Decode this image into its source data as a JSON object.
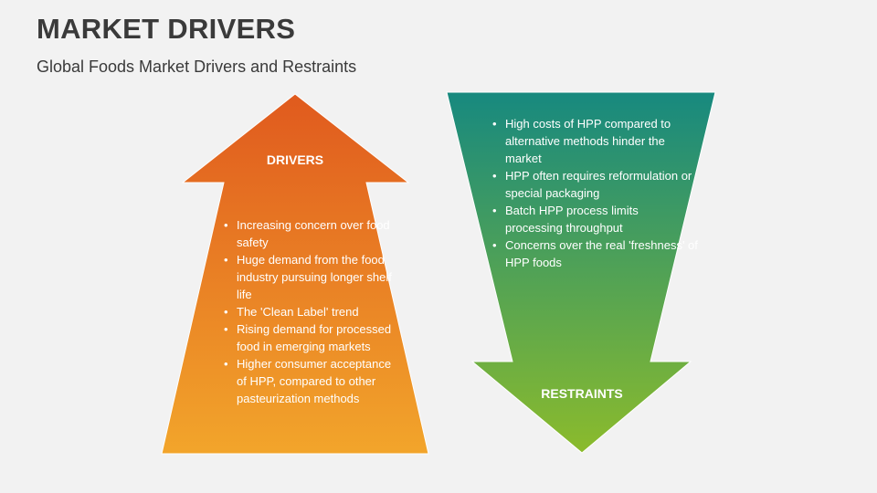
{
  "header": {
    "title": "MARKET DRIVERS",
    "subtitle": "Global Foods Market Drivers and Restraints"
  },
  "drivers": {
    "label": "DRIVERS",
    "items": [
      "Increasing concern over food safety",
      "Huge demand from the food industry pursuing longer shelf life",
      "The 'Clean Label' trend",
      "Rising demand for processed food in emerging markets",
      "Higher consumer acceptance of HPP, compared to other pasteurization methods"
    ]
  },
  "restraints": {
    "label": "RESTRAINTS",
    "items": [
      "High costs of HPP compared to alternative methods hinder the market",
      "HPP often requires reformulation or special packaging",
      "Batch HPP process limits processing throughput",
      "Concerns over the real 'freshness' of HPP foods"
    ]
  },
  "colors": {
    "drivers_top": "#e05a1e",
    "drivers_bottom": "#f2a52b",
    "restraints_top": "#17897f",
    "restraints_bottom": "#8bbb2c"
  }
}
